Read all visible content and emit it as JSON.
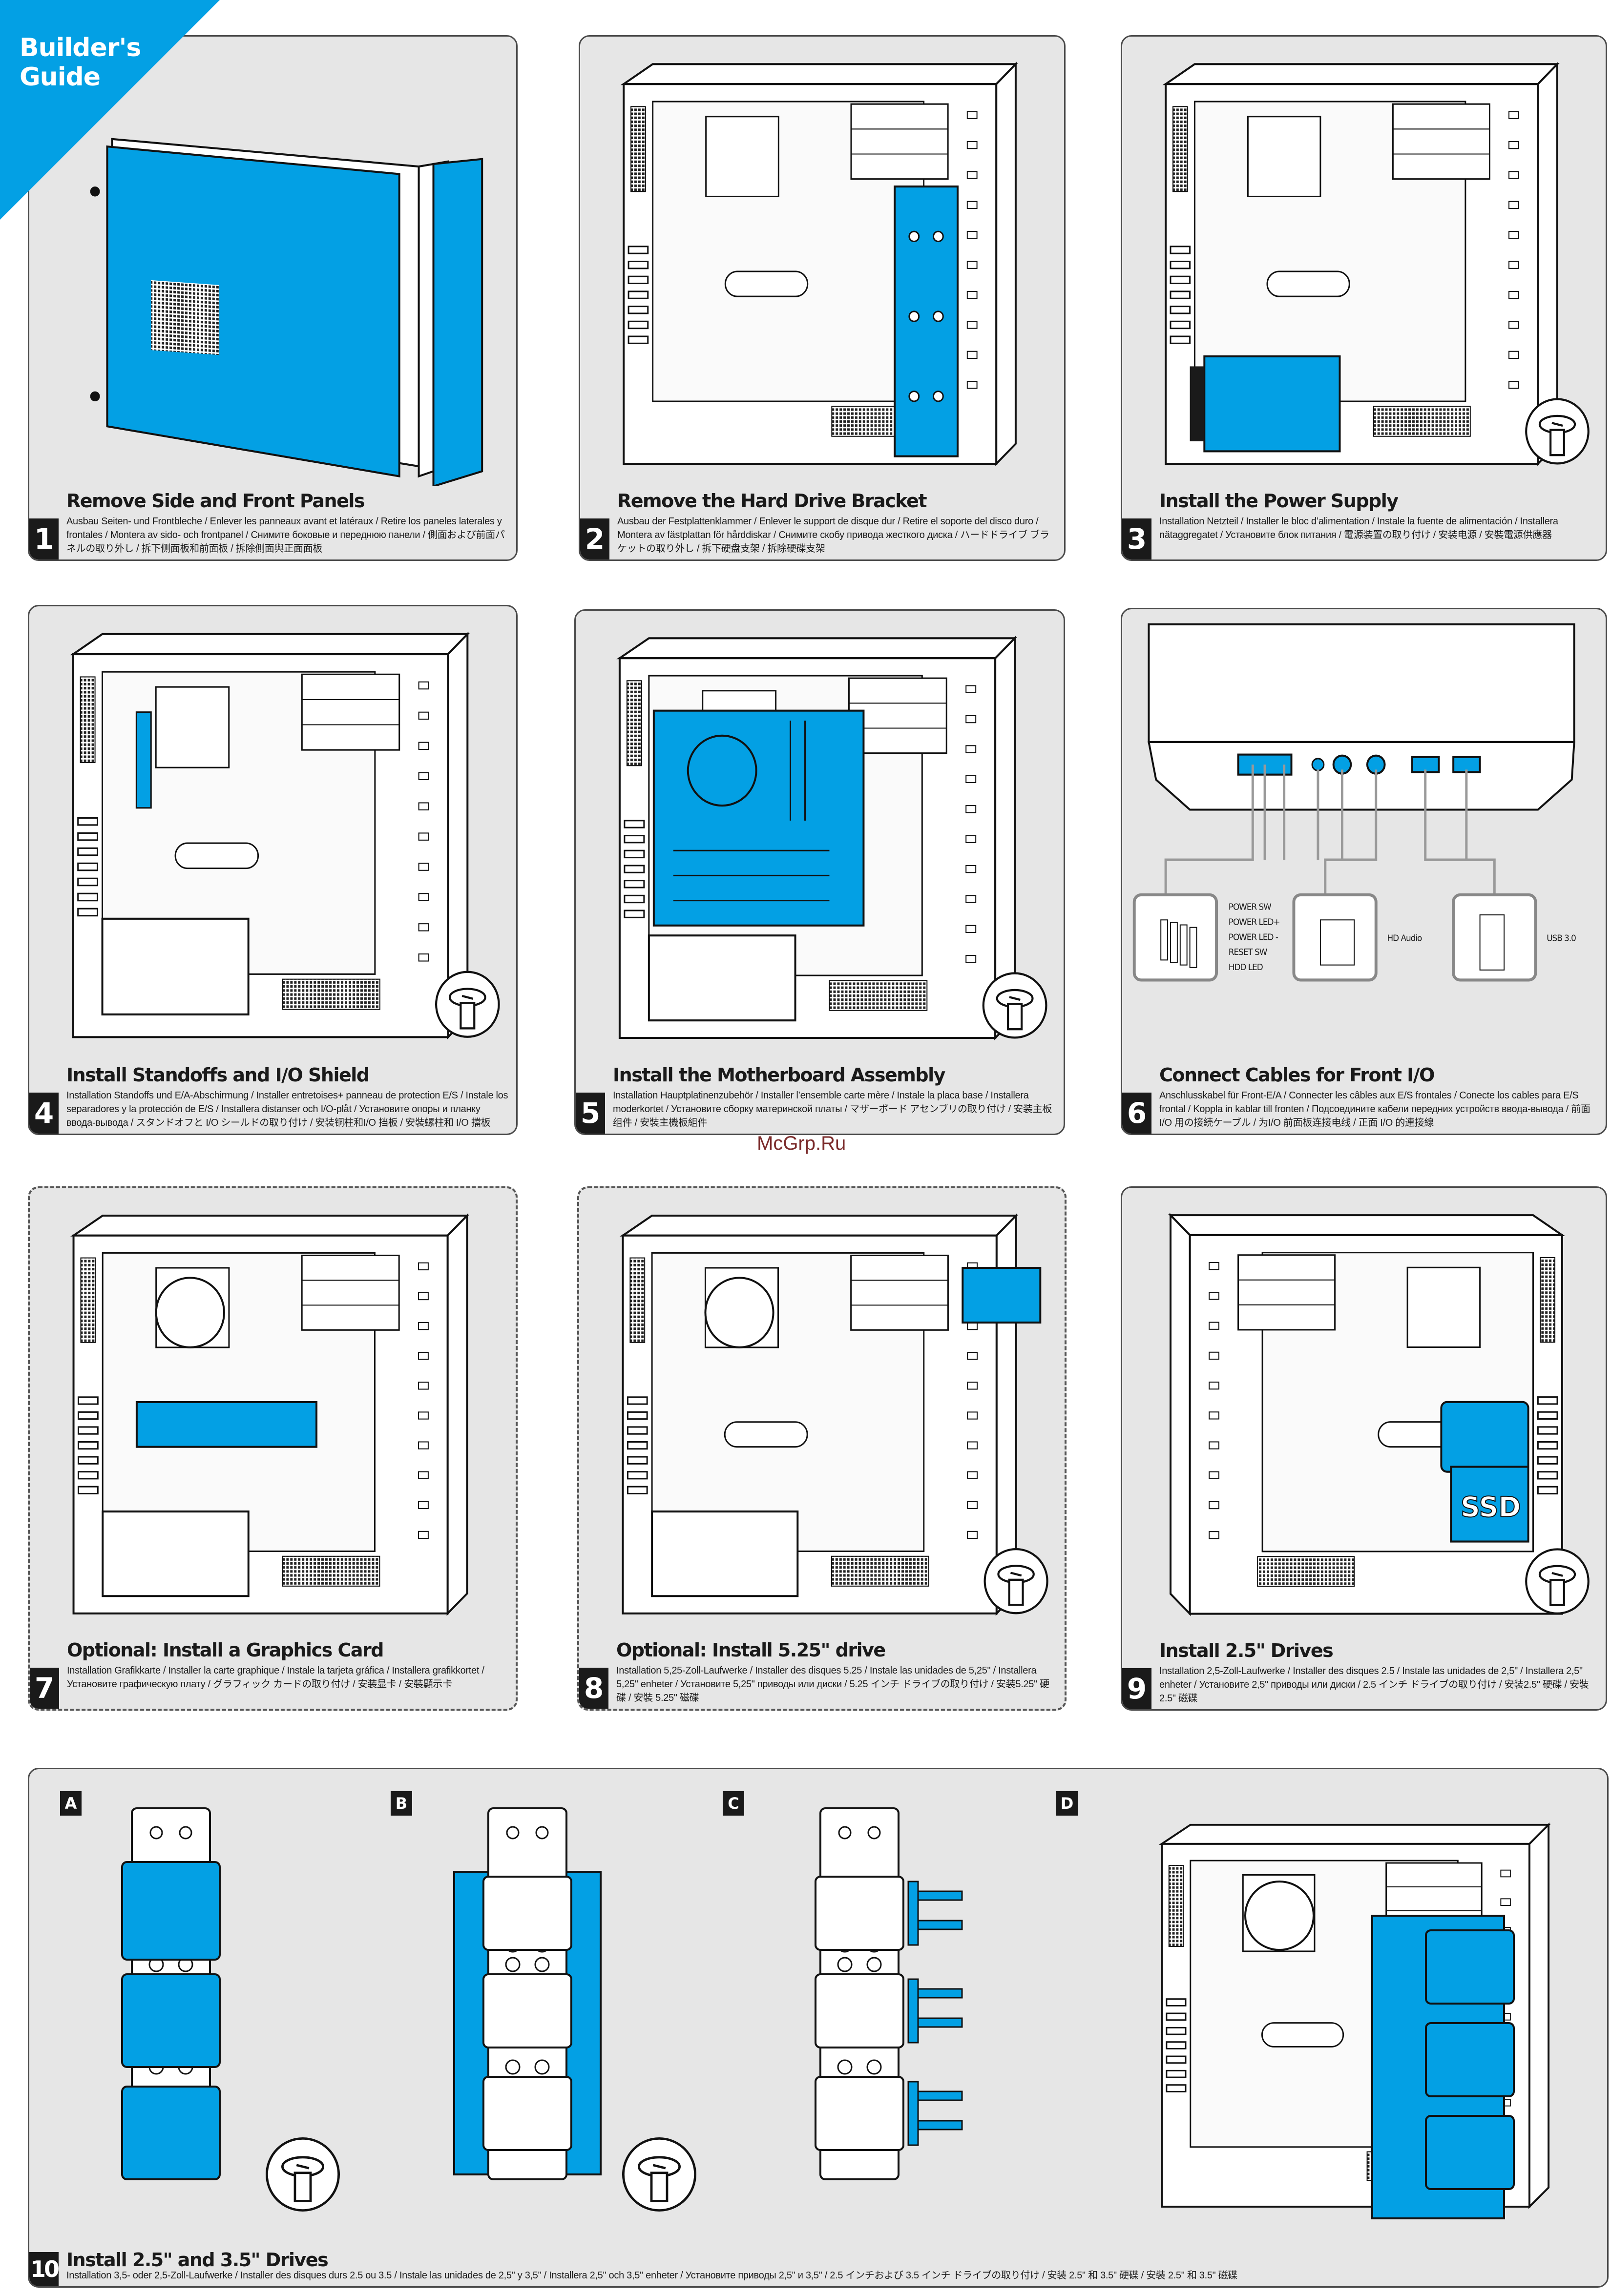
{
  "header": {
    "title_line1": "Builder's",
    "title_line2": "Guide"
  },
  "colors": {
    "accent": "#03a0e4",
    "panel_bg": "#e6e6e6",
    "dark": "#1a1a1a"
  },
  "steps": [
    {
      "number": "1",
      "title": "Remove Side and Front Panels",
      "subtitle": "Ausbau Seiten- und Frontbleche / Enlever les panneaux avant et latéraux / Retire los paneles laterales y frontales / Montera av sido- och frontpanel / Снимите боковые и переднюю панели / 側面および前面パネルの取り外し / 拆下侧面板和前面板 / 拆除側面與正面面板"
    },
    {
      "number": "2",
      "title": "Remove the Hard Drive Bracket",
      "subtitle": "Ausbau der Festplattenklammer / Enlever le support de disque dur / Retire el soporte del disco duro / Montera av fästplattan för hårddiskar / Снимите скобу привода жесткого диска / ハードドライブ ブラケットの取り外し / 拆下硬盘支架 / 拆除硬碟支架"
    },
    {
      "number": "3",
      "title": "Install the Power Supply",
      "subtitle": "Installation Netzteil / Installer le bloc d’alimentation / Instale la fuente de alimentación / Installera nätaggregatet / Установите блок питания / 電源装置の取り付け / 安装电源 / 安裝電源供應器"
    },
    {
      "number": "4",
      "title": "Install Standoffs and I/O Shield",
      "subtitle": "Installation Standoffs und E/A-Abschirmung / Installer entretoises+ panneau de protection E/S / Instale los separadores y la protección de E/S / Installera distanser och I/O-plåt / Установите опоры и планку ввода-вывода / スタンドオフと I/O シールドの取り付け / 安装铜柱和I/O 挡板 / 安裝螺柱和 I/O 擋板"
    },
    {
      "number": "5",
      "title": "Install the Motherboard Assembly",
      "subtitle": "Installation Hauptplatinenzubehör / Installer l’ensemble carte mère / Instale la placa base / Installera moderkortet / Установите сборку материнской платы / マザーボード アセンブリの取り付け / 安装主板组件 / 安裝主機板組件"
    },
    {
      "number": "6",
      "title": "Connect Cables for Front I/O",
      "subtitle": "Anschlusskabel für Front-E/A / Connecter les câbles aux E/S frontales / Conecte los cables para E/S frontal / Koppla in kablar till fronten / Подсоедините кабели передних устройств ввода-вывода / 前面 I/O 用の接続ケーブル / 为I/O 前面板连接电线 / 正面 I/O 的連接線"
    },
    {
      "number": "7",
      "title": "Optional: Install a Graphics Card",
      "subtitle": "Installation Grafikkarte / Installer la carte graphique / Instale la tarjeta gráfica / Installera grafikkortet / Установите графическую плату / グラフィック カードの取り付け / 安装显卡 / 安裝顯示卡"
    },
    {
      "number": "8",
      "title": "Optional: Install 5.25\" drive",
      "subtitle": "Installation 5,25-Zoll-Laufwerke / Installer des disques 5.25 / Instale las unidades de 5,25\" / Installera 5,25\" enheter / Установите 5,25\" приводы или диски / 5.25 インチ ドライブの取り付け / 安装5.25\" 硬碟 / 安裝 5.25\" 磁碟"
    },
    {
      "number": "9",
      "title": "Install 2.5\" Drives",
      "subtitle": "Installation 2,5-Zoll-Laufwerke / Installer des disques 2.5 / Instale las unidades de 2,5\" / Installera 2,5\" enheter / Установите 2,5\" приводы или диски / 2.5 インチ ドライブの取り付け / 安装2.5\" 硬碟 / 安裝 2.5\" 磁碟",
      "ssd_label": "SSD"
    },
    {
      "number": "10",
      "title": "Install 2.5\" and 3.5\" Drives",
      "subtitle": "Installation 3,5- oder 2,5-Zoll-Laufwerke / Installer des disques durs 2.5 ou 3.5 / Instale las unidades de 2,5\" y 3,5\" / Installera 2,5\" och 3,5\" enheter / Установите приводы 2,5\" и 3,5\" / 2.5 インチおよび 3.5 インチ ドライブの取り付け / 安装 2.5\" 和 3.5\" 硬碟 / 安裝 2.5\" 和 3.5\" 磁碟",
      "sub_steps": [
        "A",
        "B",
        "C",
        "D"
      ]
    }
  ],
  "front_io": {
    "panel_connectors": [
      "POWER SW",
      "POWER LED+",
      "POWER LED -",
      "RESET SW",
      "HDD LED"
    ],
    "audio_connector": "HD Audio",
    "usb_connector": "USB 3.0"
  },
  "watermark": "McGrp.Ru"
}
